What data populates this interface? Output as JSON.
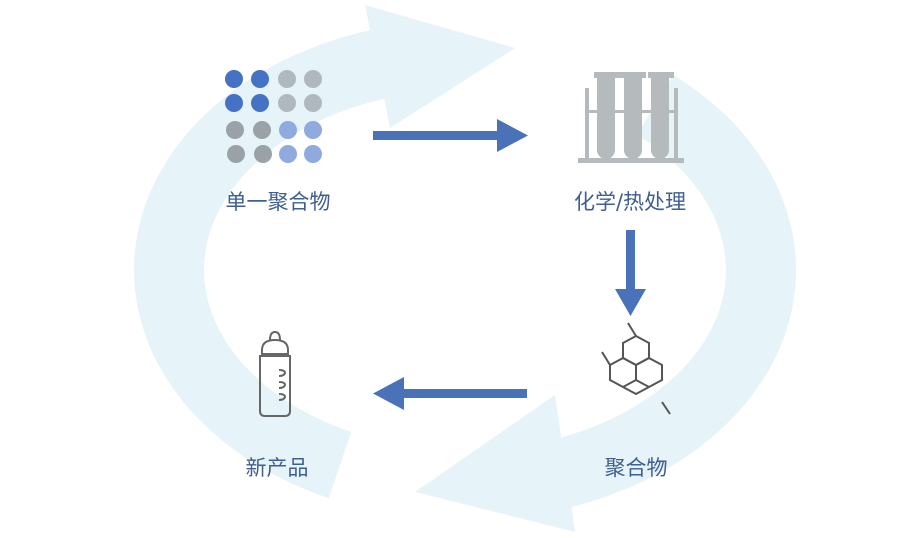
{
  "nodes": {
    "monomer": "单一聚合物",
    "treatment": "化学/热处理",
    "polymer": "聚合物",
    "product": "新产品"
  },
  "colors": {
    "arrow": "#4a72b8",
    "cycle": "#e6f3f8",
    "icon_gray": "#b5babd",
    "text": "#3f5f8f"
  }
}
